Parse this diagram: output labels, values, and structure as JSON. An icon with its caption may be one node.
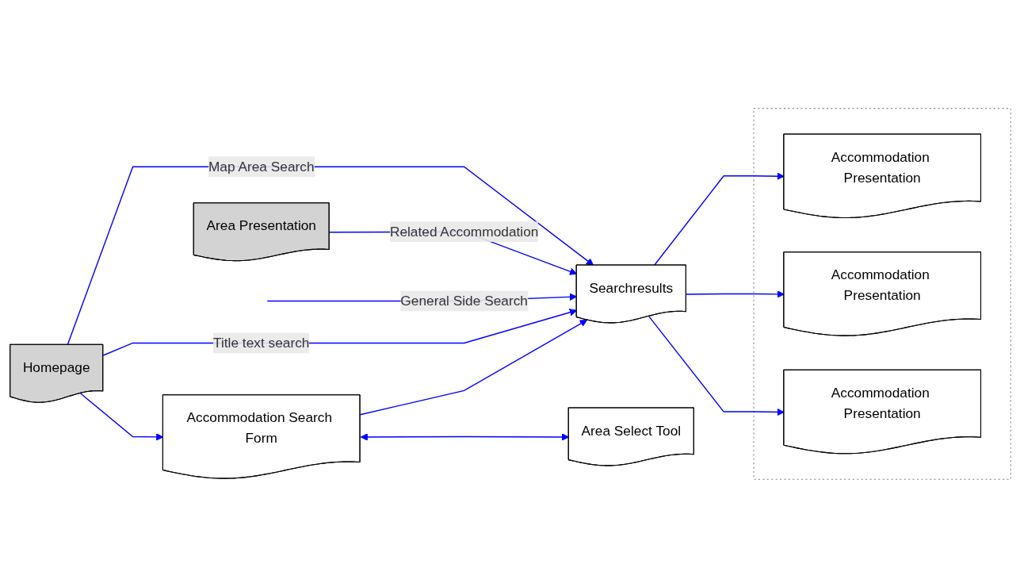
{
  "diagram": {
    "nodes": [
      {
        "text": [
          "Homepage"
        ]
      },
      {
        "text": [
          "Accommodation Search Form"
        ]
      },
      {
        "text": [
          "Area Select Tool"
        ]
      },
      {
        "text": [
          "Searchresults"
        ]
      },
      {
        "text": [
          "Area Presentation"
        ]
      },
      {
        "text": [],
        "shape": "box"
      },
      {
        "text": [
          "Accommodation Presentation"
        ],
        "in": 5
      },
      {
        "text": [
          "Accommodation Presentation"
        ],
        "in": 5
      },
      {
        "text": [
          "Accommodation Presentation"
        ],
        "in": 5
      }
    ],
    "edges": [
      {
        "from": null,
        "to": 3,
        "label": "General Side Search",
        "arrow": "to"
      },
      {
        "from": 0,
        "to": 3,
        "label": "Map Area Search",
        "arrow": "to"
      },
      {
        "from": 0,
        "to": 3,
        "label": "Title text search",
        "arrow": "to"
      },
      {
        "from": 0,
        "to": 1,
        "arrow": "to"
      },
      {
        "from": 1,
        "to": 3,
        "arrow": "to"
      },
      {
        "from": 1,
        "to": 2,
        "arrow": "both"
      },
      {
        "from": 4,
        "to": 3,
        "label": "Related Accommodation",
        "arrow": "to"
      },
      {
        "from": 3,
        "to": 6,
        "arrow": "to"
      },
      {
        "from": 3,
        "to": 7,
        "arrow": "to"
      },
      {
        "from": 3,
        "to": 8,
        "arrow": "to"
      }
    ]
  }
}
